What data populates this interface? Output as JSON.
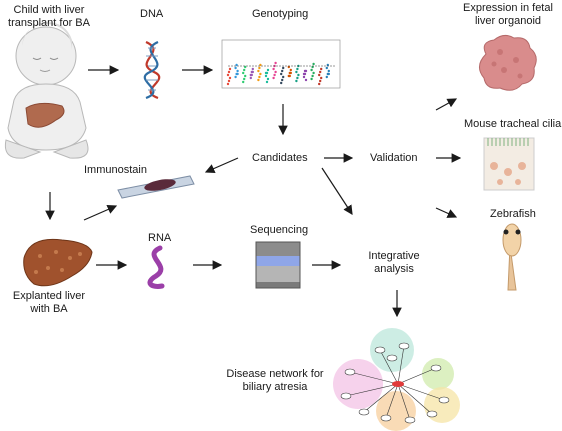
{
  "labels": {
    "child": "Child with liver\ntransplant for BA",
    "dna": "DNA",
    "genotyping": "Genotyping",
    "immunostain": "Immunostain",
    "candidates": "Candidates",
    "validation": "Validation",
    "organoid": "Expression in fetal\nliver organoid",
    "cilia": "Mouse tracheal cilia",
    "zebrafish": "Zebrafish",
    "rna": "RNA",
    "sequencing": "Sequencing",
    "integrative": "Integrative\nanalysis",
    "explanted": "Explanted liver\nwith BA",
    "network": "Disease network for\nbiliary atresia"
  },
  "icons": [
    "baby-icon",
    "dna-icon",
    "manhattan-plot-icon",
    "slide-icon",
    "liver-icon",
    "rna-icon",
    "sequencer-icon",
    "organoid-icon",
    "cilia-icon",
    "zebrafish-icon",
    "network-icon"
  ],
  "colors": {
    "arrow": "#1a1a1a",
    "liver": "#a0522d",
    "rna": "#9b3fa8",
    "dna_red": "#c0392b",
    "dna_blue": "#2e6da4"
  }
}
